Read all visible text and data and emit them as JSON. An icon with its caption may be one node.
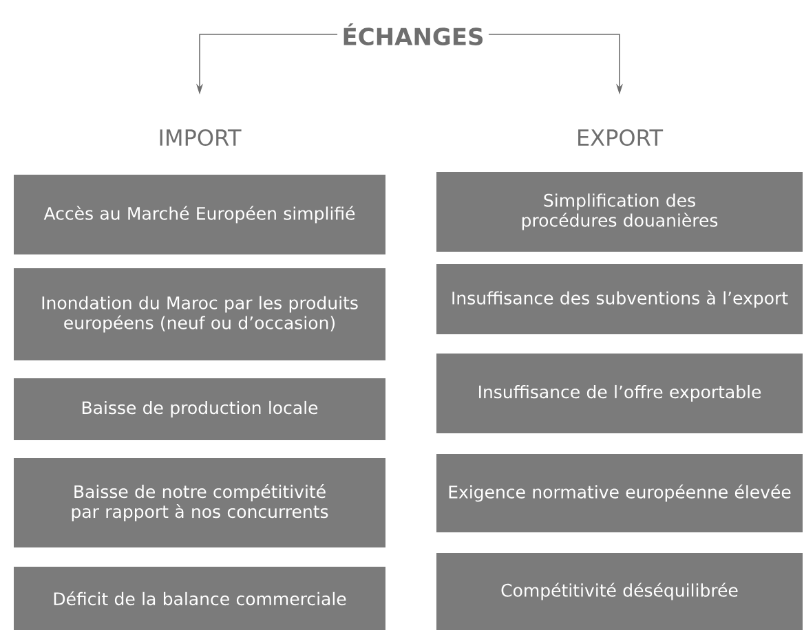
{
  "diagram": {
    "nodes": [
      {
        "text": [
          "ÉCHANGES"
        ]
      },
      {
        "text": [
          "IMPORT"
        ]
      },
      {
        "text": [
          "EXPORT"
        ]
      },
      {
        "text": [
          "Accès au Marché Européen simplifié"
        ]
      },
      {
        "text": [
          "Inondation du Maroc par les produits européens (neuf ou d’occasion)"
        ]
      },
      {
        "text": [
          "Baisse de production locale"
        ]
      },
      {
        "text": [
          "Baisse de notre compétitivité par rapport à nos concurrents"
        ]
      },
      {
        "text": [
          "Déficit de la balance commerciale"
        ]
      },
      {
        "text": [
          "Simplification des procédures douanières"
        ]
      },
      {
        "text": [
          "Insuffisance des subventions à l’export"
        ]
      },
      {
        "text": [
          "Insuffisance de l’offre exportable"
        ]
      },
      {
        "text": [
          "Exigence normative européenne élevée"
        ]
      },
      {
        "text": [
          "Compétitivité déséquilibrée"
        ]
      }
    ],
    "edges": [
      {
        "from": 0,
        "to": 1,
        "arrow": "to"
      },
      {
        "from": 0,
        "to": 2,
        "arrow": "to"
      }
    ]
  }
}
